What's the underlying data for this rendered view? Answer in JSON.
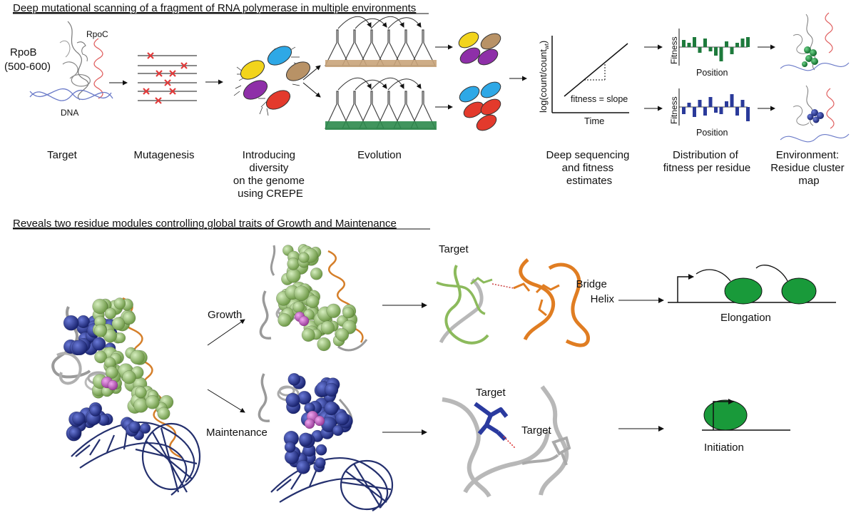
{
  "headings": {
    "top": "Deep mutational scanning of a fragment of RNA polymerase in multiple environments",
    "bottom": "Reveals two residue modules controlling global traits of Growth and Maintenance"
  },
  "target_panel": {
    "rpob": "RpoB",
    "range": "(500-600)",
    "rpoc": "RpoC",
    "dna": "DNA"
  },
  "steps": {
    "target": [
      "Target"
    ],
    "mutagenesis": [
      "Mutagenesis"
    ],
    "diversity": [
      "Introducing",
      "diversity",
      "on the genome",
      "using CREPE"
    ],
    "evolution": [
      "Evolution"
    ],
    "sequencing": [
      "Deep sequencing",
      "and fitness",
      "estimates"
    ],
    "distribution": [
      "Distribution of",
      "fitness per residue"
    ],
    "environment": [
      "Environment:",
      "Residue cluster",
      "map"
    ]
  },
  "fitness_plot": {
    "ylabel_main": "log(count/count",
    "ylabel_sub": "wt",
    "ylabel_close": ")",
    "xlabel": "Time",
    "annotation": "fitness = slope"
  },
  "bar_plots": {
    "ylabel": "Fitness",
    "xlabel": "Position",
    "green_color": "#1e7a3c",
    "blue_color": "#2a3a9a"
  },
  "bottom_panel": {
    "growth": "Growth",
    "maintenance": "Maintenance",
    "target": "Target",
    "bridge_helix": [
      "Bridge",
      "Helix"
    ],
    "elongation": "Elongation",
    "initiation": "Initiation"
  },
  "colors": {
    "green_sphere": "#93bb6a",
    "blue_sphere": "#2a3a9f",
    "magenta_sphere": "#c45ec4",
    "orange_helix": "#d57f2a",
    "polymerase_green": "#199a3a",
    "mutation_red": "#e23b3b"
  }
}
